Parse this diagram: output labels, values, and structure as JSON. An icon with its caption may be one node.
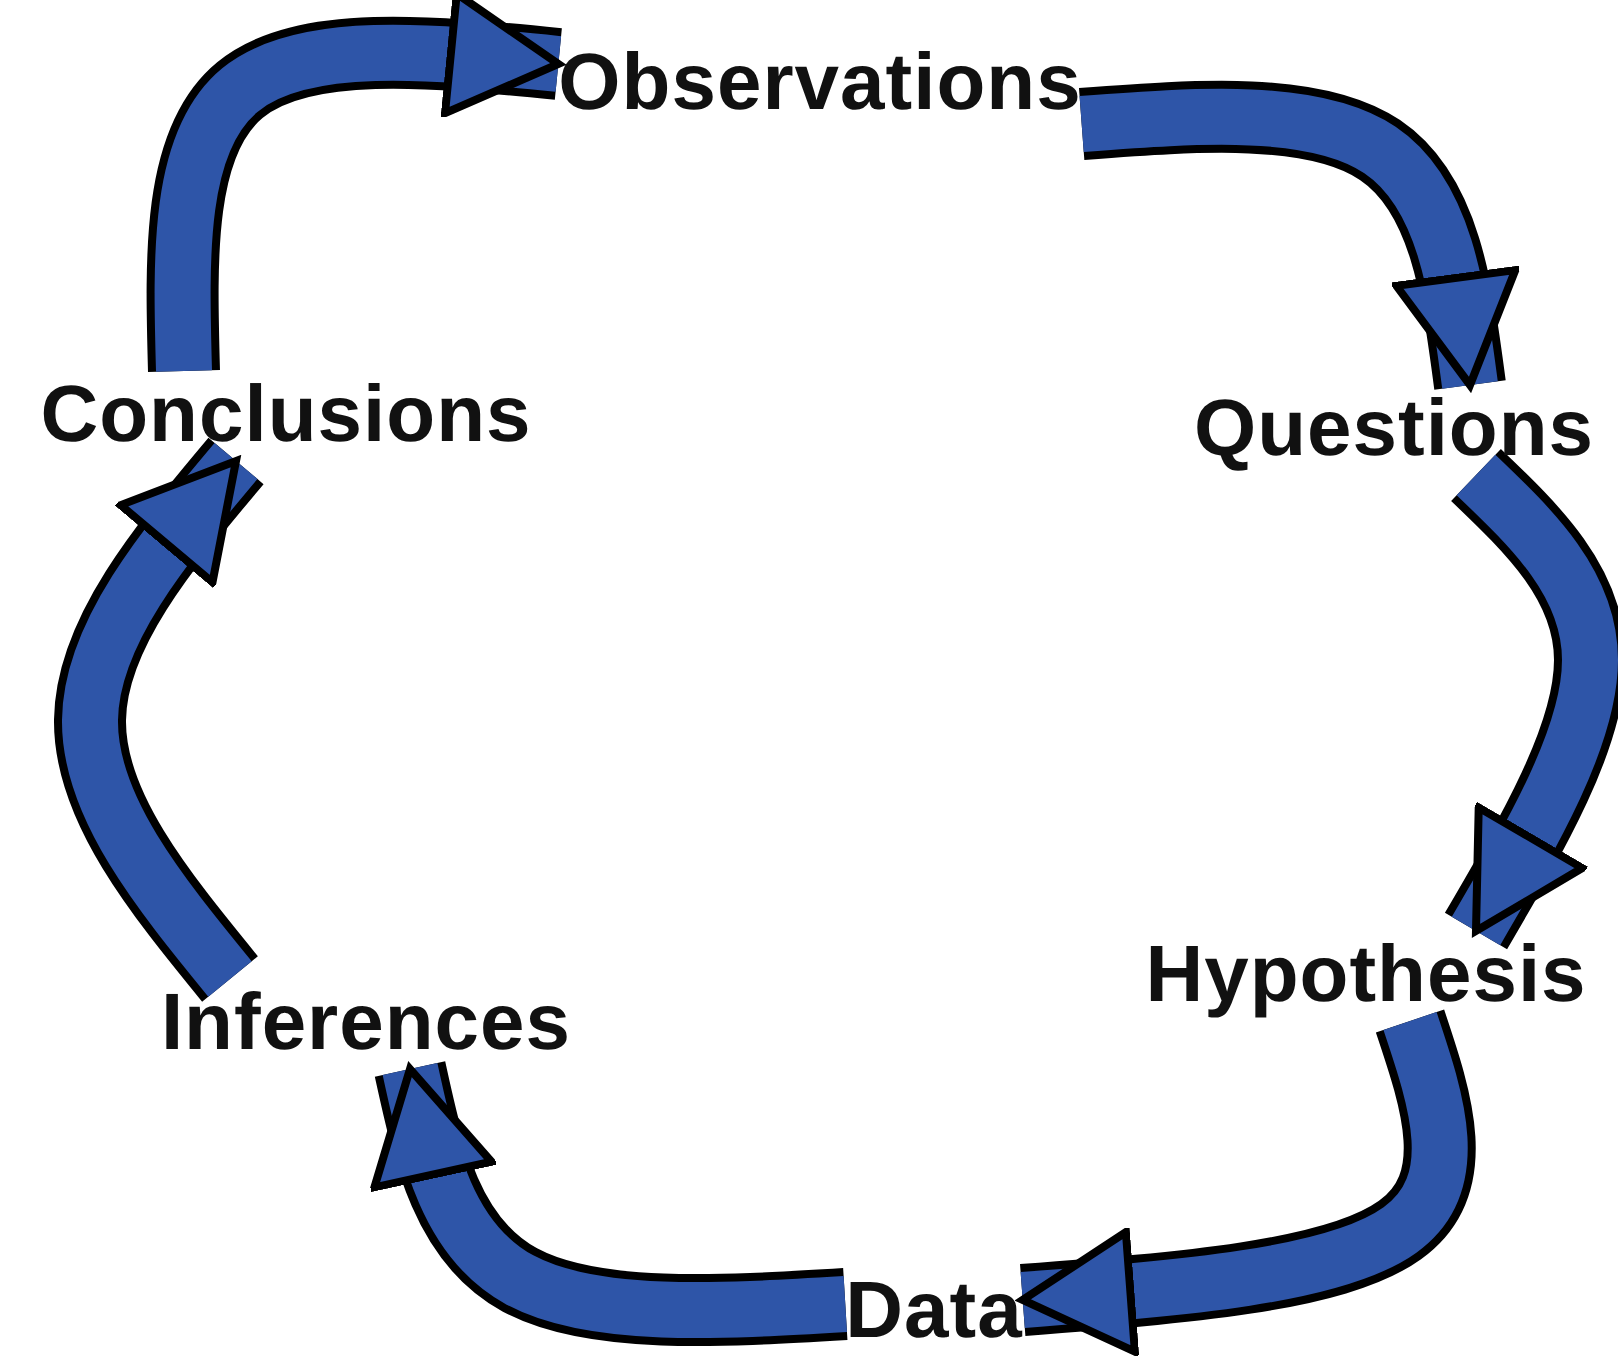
{
  "diagram": {
    "nodes": [
      {
        "text": [
          "Observations"
        ]
      },
      {
        "text": [
          "Questions"
        ]
      },
      {
        "text": [
          "Hypothesis"
        ]
      },
      {
        "text": [
          "Data"
        ]
      },
      {
        "text": [
          "Inferences"
        ]
      },
      {
        "text": [
          "Conclusions"
        ]
      }
    ],
    "edges": [
      {
        "from": 0,
        "to": 1,
        "arrow": "to"
      },
      {
        "from": 1,
        "to": 2,
        "arrow": "to"
      },
      {
        "from": 2,
        "to": 3,
        "arrow": "to"
      },
      {
        "from": 3,
        "to": 4,
        "arrow": "to"
      },
      {
        "from": 4,
        "to": 5,
        "arrow": "to"
      },
      {
        "from": 5,
        "to": 0,
        "arrow": "to"
      }
    ]
  }
}
